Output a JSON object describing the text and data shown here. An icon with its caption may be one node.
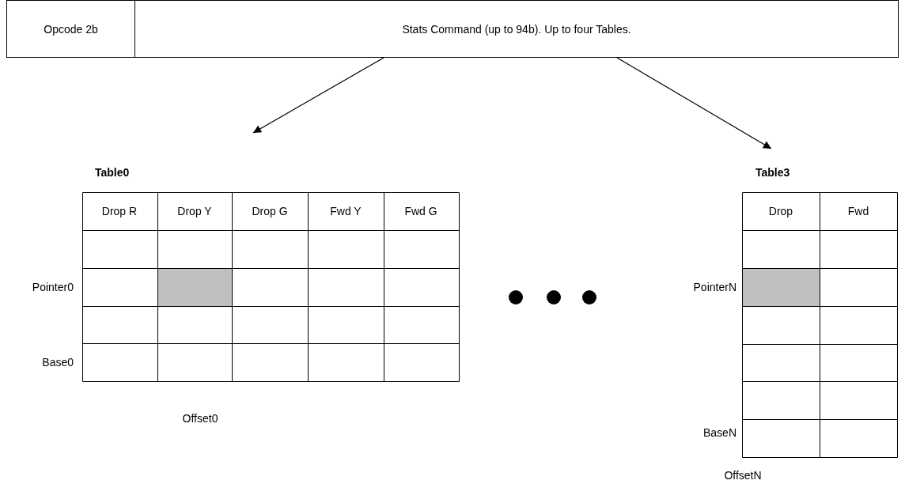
{
  "diagram": {
    "nodes": [
      {
        "text": [
          "Opcode 2b"
        ]
      },
      {
        "text": [
          "Stats Command (up to 94b). Up to four Tables."
        ]
      },
      {
        "text": [
          "Table0"
        ]
      },
      {
        "text": [
          "Table3"
        ]
      }
    ],
    "edges": [
      {
        "from": 1,
        "to": 2,
        "arrow": "to"
      },
      {
        "from": 1,
        "to": 3,
        "arrow": "to"
      }
    ],
    "labels": [
      "Drop R",
      "Drop Y",
      "Drop G",
      "Fwd Y",
      "Fwd G",
      "Drop",
      "Fwd",
      "Pointer0",
      "PointerN",
      "Base0",
      "BaseN",
      "Offset0",
      "OffsetN"
    ]
  }
}
